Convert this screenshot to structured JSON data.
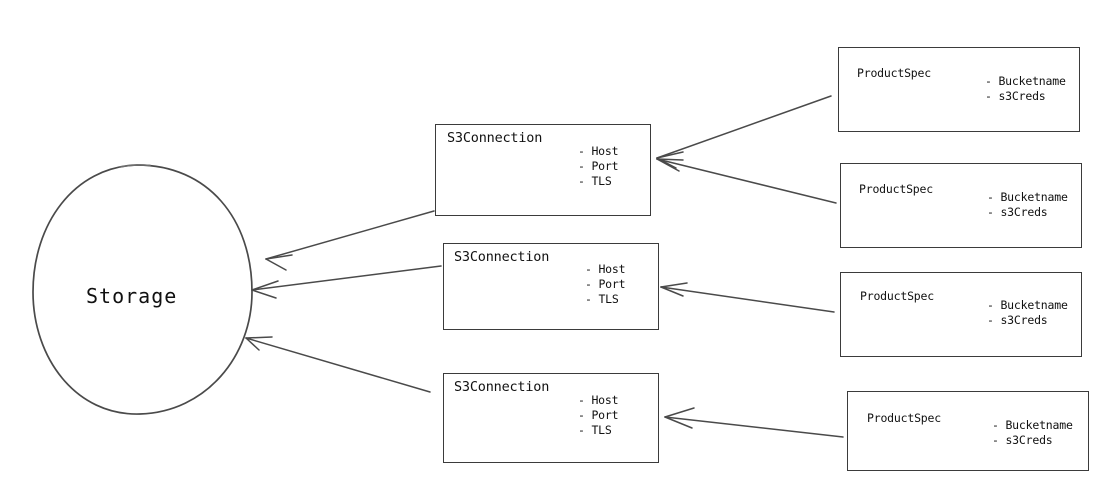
{
  "diagram": {
    "title_text": "Storage",
    "background_color": "#ffffff",
    "stroke_color": "#3b3b3b",
    "text_color": "#111111",
    "central_node": {
      "label": "Storage",
      "shape": "circle"
    },
    "connection_nodes": [
      {
        "title": "S3Connection",
        "attributes": [
          "- Host",
          "- Port",
          "- TLS"
        ]
      },
      {
        "title": "S3Connection",
        "attributes": [
          "- Host",
          "- Port",
          "- TLS"
        ]
      },
      {
        "title": "S3Connection",
        "attributes": [
          "- Host",
          "- Port",
          "- TLS"
        ]
      }
    ],
    "spec_nodes": [
      {
        "title": "ProductSpec",
        "attributes": [
          "- Bucketname",
          "- s3Creds"
        ]
      },
      {
        "title": "ProductSpec",
        "attributes": [
          "- Bucketname",
          "- s3Creds"
        ]
      },
      {
        "title": "ProductSpec",
        "attributes": [
          "- Bucketname",
          "- s3Creds"
        ]
      },
      {
        "title": "ProductSpec",
        "attributes": [
          "- Bucketname",
          "- s3Creds"
        ]
      }
    ]
  }
}
